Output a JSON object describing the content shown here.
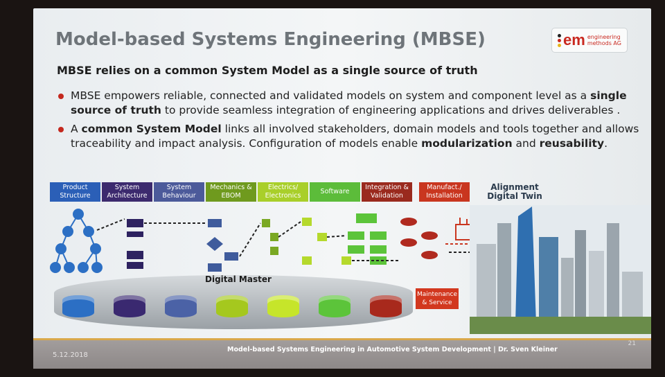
{
  "slide": {
    "title": "Model-based Systems Engineering (MBSE)",
    "subtitle": "MBSE relies on a common System Model as a single source of truth",
    "logo": {
      "mark": "em",
      "text_line1": "engineering",
      "text_line2": "methods AG"
    },
    "bullets": [
      {
        "before": "MBSE empowers reliable, connected and validated models on system and component level as a ",
        "bold": "single source of truth",
        "after": " to provide seamless integration of engineering applications and drives deliverables ."
      },
      {
        "before": "A ",
        "bold": "common System Model",
        "after": " links all involved stakeholders, domain models and tools together and allows traceability and impact analysis. Configuration of models enable ",
        "bold2": "modularization",
        "after2": " and ",
        "bold3": "reusability",
        "after3": "."
      }
    ],
    "diagram": {
      "categories": [
        {
          "label": "Product Structure",
          "color": "#2b5fb7"
        },
        {
          "label": "System Architecture",
          "color": "#3c2a6e"
        },
        {
          "label": "System Behaviour",
          "color": "#4c5a9a"
        },
        {
          "label": "Mechanics & EBOM",
          "color": "#6f9a1e"
        },
        {
          "label": "Electrics/ Electronics",
          "color": "#a9cf2a"
        },
        {
          "label": "Software",
          "color": "#5cbc3a"
        },
        {
          "label": "Integration & Validation",
          "color": "#9a2a1e"
        },
        {
          "label": "Manufact./ Installation",
          "color": "#c9361f"
        }
      ],
      "alignment_label": "Alignment Digital Twin",
      "digital_master_label": "Digital Master",
      "maintenance_label": "Maintenance & Service",
      "databases": [
        "#2c6fc4",
        "#3a2970",
        "#4b62a6",
        "#a5c81e",
        "#c6e52a",
        "#5cc43a",
        "#a8291c"
      ]
    },
    "footer": {
      "date": "5.12.2018",
      "title": "Model-based Systems Engineering in Automotive System Development | Dr. Sven Kleiner",
      "page": "21"
    }
  }
}
